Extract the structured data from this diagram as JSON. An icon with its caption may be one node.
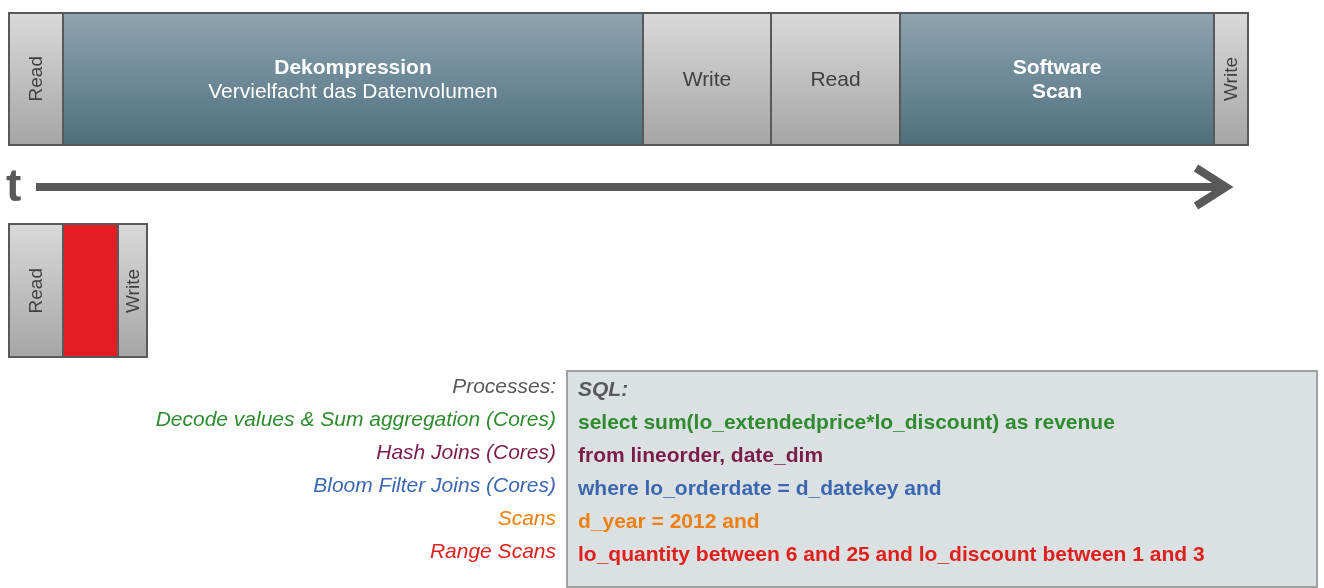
{
  "diagram": {
    "nodes": [
      {
        "text": [
          "Read"
        ]
      },
      {
        "text": [
          "Dekompression",
          "Vervielfacht das Datenvolumen"
        ]
      },
      {
        "text": [
          "Write"
        ]
      },
      {
        "text": [
          "Read"
        ]
      },
      {
        "text": [
          "Software Scan"
        ]
      },
      {
        "text": [
          "Write"
        ]
      },
      {
        "text": [
          "Read"
        ]
      },
      {
        "text": [],
        "shape": "box"
      },
      {
        "text": [
          "Write"
        ]
      },
      {
        "text": [
          "SQL:",
          "select sum(lo_extendedprice*lo_discount) as revenue",
          "from lineorder, date_dim",
          "where lo_orderdate = d_datekey and",
          "d_year = 2012 and",
          "lo_quantity between 6 and 25 and lo_discount between 1 and 3"
        ]
      }
    ],
    "edges": [],
    "labels": [
      "t",
      "Processes:",
      "Decode values & Sum aggregation (Cores)",
      "Hash Joins (Cores)",
      "Bloom Filter Joins (Cores)",
      "Scans",
      "Range Scans"
    ]
  }
}
